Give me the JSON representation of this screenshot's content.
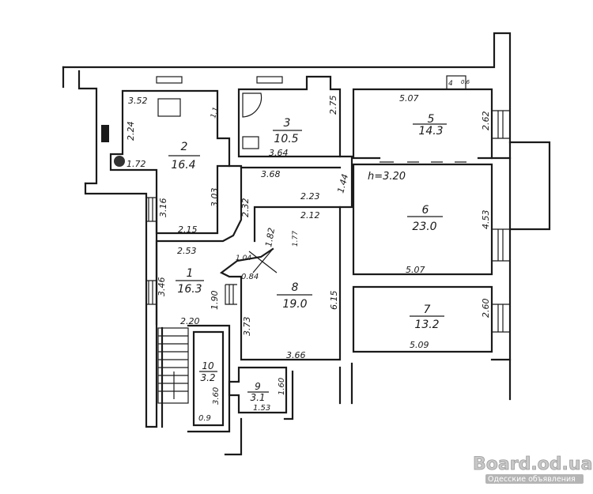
{
  "ceiling_height": "h=3.20",
  "rooms": [
    {
      "number": "1",
      "area": "16.3"
    },
    {
      "number": "2",
      "area": "16.4"
    },
    {
      "number": "3",
      "area": "10.5"
    },
    {
      "number": "4",
      "area": "0.6"
    },
    {
      "number": "5",
      "area": "14.3"
    },
    {
      "number": "6",
      "area": "23.0"
    },
    {
      "number": "7",
      "area": "13.2"
    },
    {
      "number": "8",
      "area": "19.0"
    },
    {
      "number": "9",
      "area": "3.1"
    },
    {
      "number": "10",
      "area": "3.2"
    }
  ],
  "dimensions": {
    "r2": [
      "3.52",
      "2.24",
      "1.72",
      "1.1",
      "3.03",
      "3.16",
      "2.15"
    ],
    "r3": [
      "2.75",
      "3.64"
    ],
    "corridor": [
      "3.68",
      "2.32",
      "2.23",
      "1.44",
      "2.12",
      "1.82",
      "1.77"
    ],
    "r5": [
      "5.07",
      "2.62"
    ],
    "r6": [
      "4.53",
      "5.07"
    ],
    "r7": [
      "2.60",
      "5.09"
    ],
    "r1": [
      "2.53",
      "1.04",
      "0.84",
      "3.46",
      "1.90",
      "2.20"
    ],
    "r8": [
      "6.15",
      "3.73",
      "3.66"
    ],
    "r10": [
      "3.60",
      "0.9"
    ],
    "r9": [
      "1.60",
      "1.53"
    ]
  },
  "watermark": {
    "title": "Board.od.ua",
    "subtitle": "Одесские объявления"
  }
}
